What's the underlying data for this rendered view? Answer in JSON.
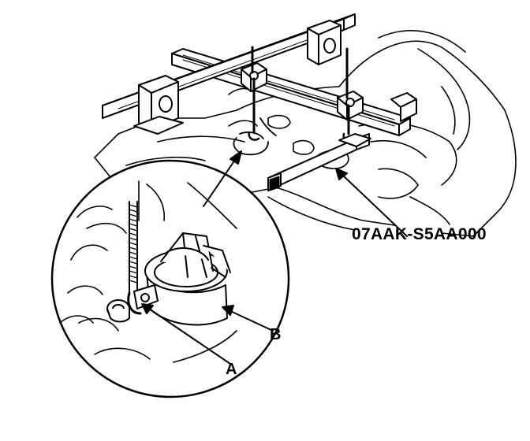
{
  "callouts": {
    "tool_part_number": "07AAK-S5AA000",
    "label_a": "A",
    "label_b": "B"
  },
  "colors": {
    "ink": "#000000",
    "paper": "#ffffff"
  }
}
